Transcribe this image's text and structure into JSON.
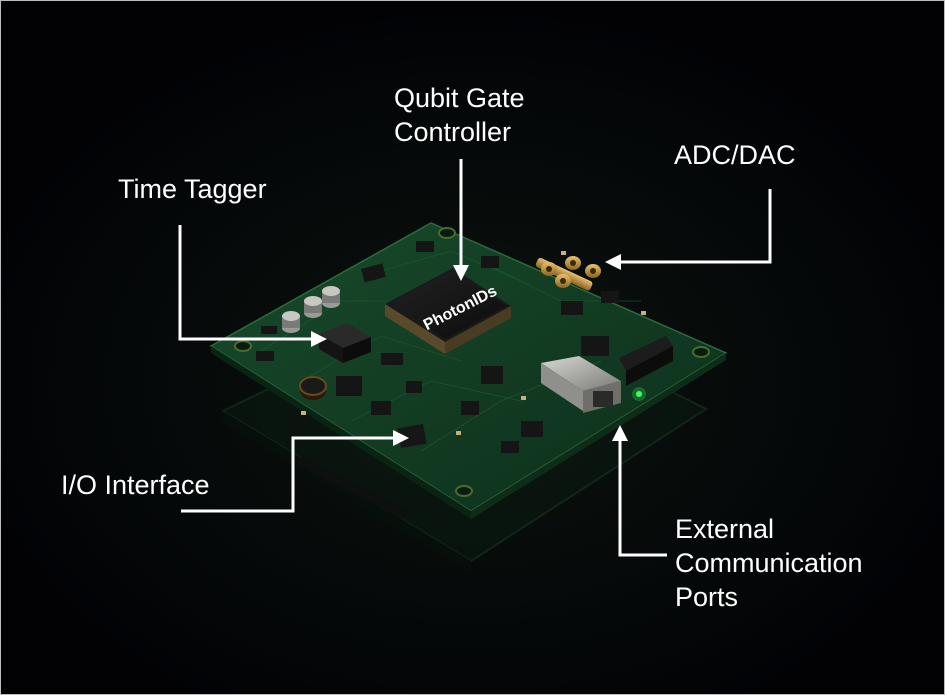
{
  "figure": {
    "subject": "quantum photonics control PCB board",
    "background_color": "#020205",
    "board_color": "#123b22",
    "annotation_color": "#ffffff",
    "chip_label": "PhotonIDs"
  },
  "callouts": [
    {
      "id": "qubit-gate-controller",
      "lines": [
        "Qubit Gate",
        "Controller"
      ],
      "target": "main processor chip"
    },
    {
      "id": "adc-dac",
      "lines": [
        "ADC/DAC"
      ],
      "target": "gold RF coaxial connectors"
    },
    {
      "id": "time-tagger",
      "lines": [
        "Time Tagger"
      ],
      "target": "square black module"
    },
    {
      "id": "io-interface",
      "lines": [
        "I/O Interface"
      ],
      "target": "small QFN chip"
    },
    {
      "id": "external-communication-ports",
      "lines": [
        "External",
        "Communication",
        "Ports"
      ],
      "target": "RJ45/SFP port"
    }
  ],
  "indicators": {
    "status_led_color": "#3dff5a"
  }
}
